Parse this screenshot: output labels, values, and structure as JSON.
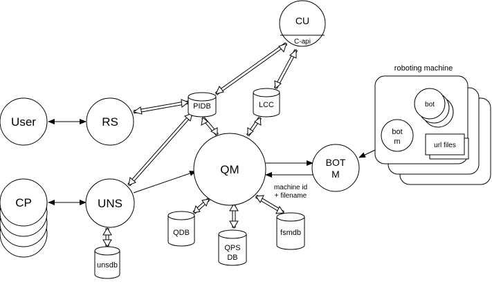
{
  "nodes": {
    "cu": {
      "label": "CU",
      "sublabel": "C-api"
    },
    "user": {
      "label": "User"
    },
    "rs": {
      "label": "RS"
    },
    "cp": {
      "label": "CP"
    },
    "uns": {
      "label": "UNS"
    },
    "qm": {
      "label": "QM"
    },
    "botm": {
      "label_line1": "BOT",
      "label_line2": "M"
    }
  },
  "databases": {
    "pidb": "PIDB",
    "lcc": "LCC",
    "unsdb": "unsdb",
    "qdb": "QDB",
    "qpsdb_line1": "QPS",
    "qpsdb_line2": "DB",
    "fsmdb": "fsmdb"
  },
  "machine": {
    "title": "roboting machine",
    "bot": "bot",
    "botm_line1": "bot",
    "botm_line2": "m",
    "url_files": "url files"
  },
  "annotations": {
    "machine_id_line1": "machine id",
    "machine_id_line2": "+ filename"
  }
}
